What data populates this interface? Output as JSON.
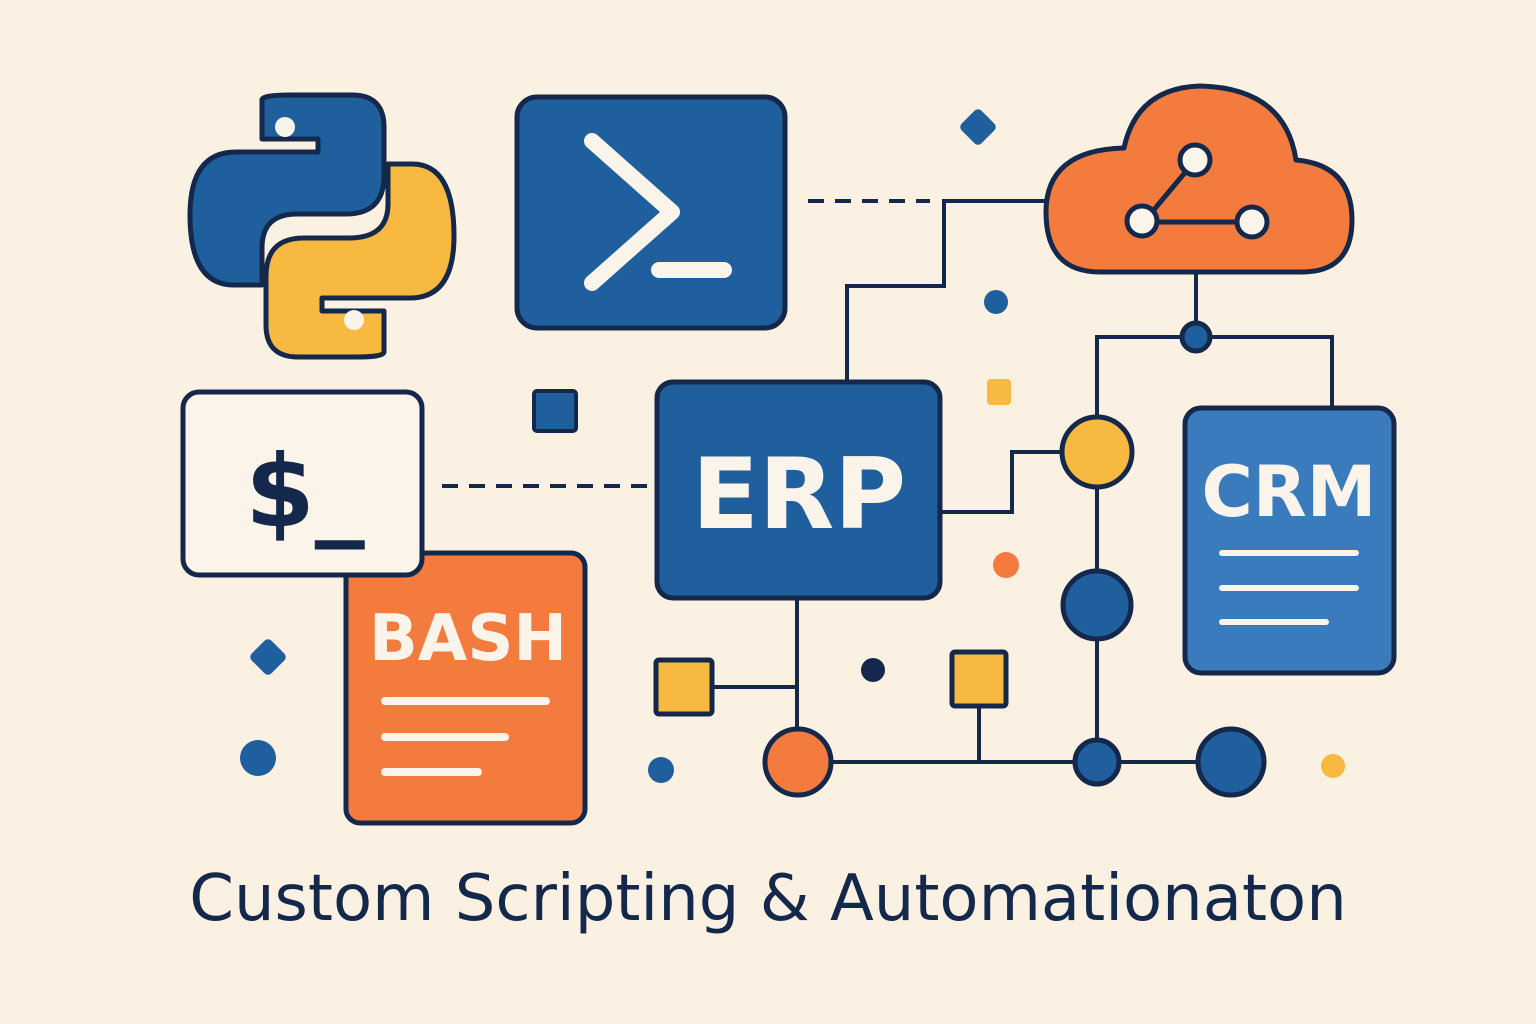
{
  "colors": {
    "background": "#fbf1e2",
    "navy": "#14284b",
    "blue": "#1f5f9e",
    "crm_blue": "#3a7bbd",
    "orange": "#f47b3e",
    "yellow": "#f7b93f",
    "white": "#fbf4ea"
  },
  "icons": {
    "python": "python-logo-icon",
    "powershell": "powershell-prompt-icon",
    "terminal": "terminal-prompt-icon",
    "cloud": "cloud-network-icon"
  },
  "boxes": {
    "terminal_prompt": "$_",
    "bash_label": "BASH",
    "erp_label": "ERP",
    "crm_label": "CRM"
  },
  "caption": "Custom Scripting & Automationaton"
}
